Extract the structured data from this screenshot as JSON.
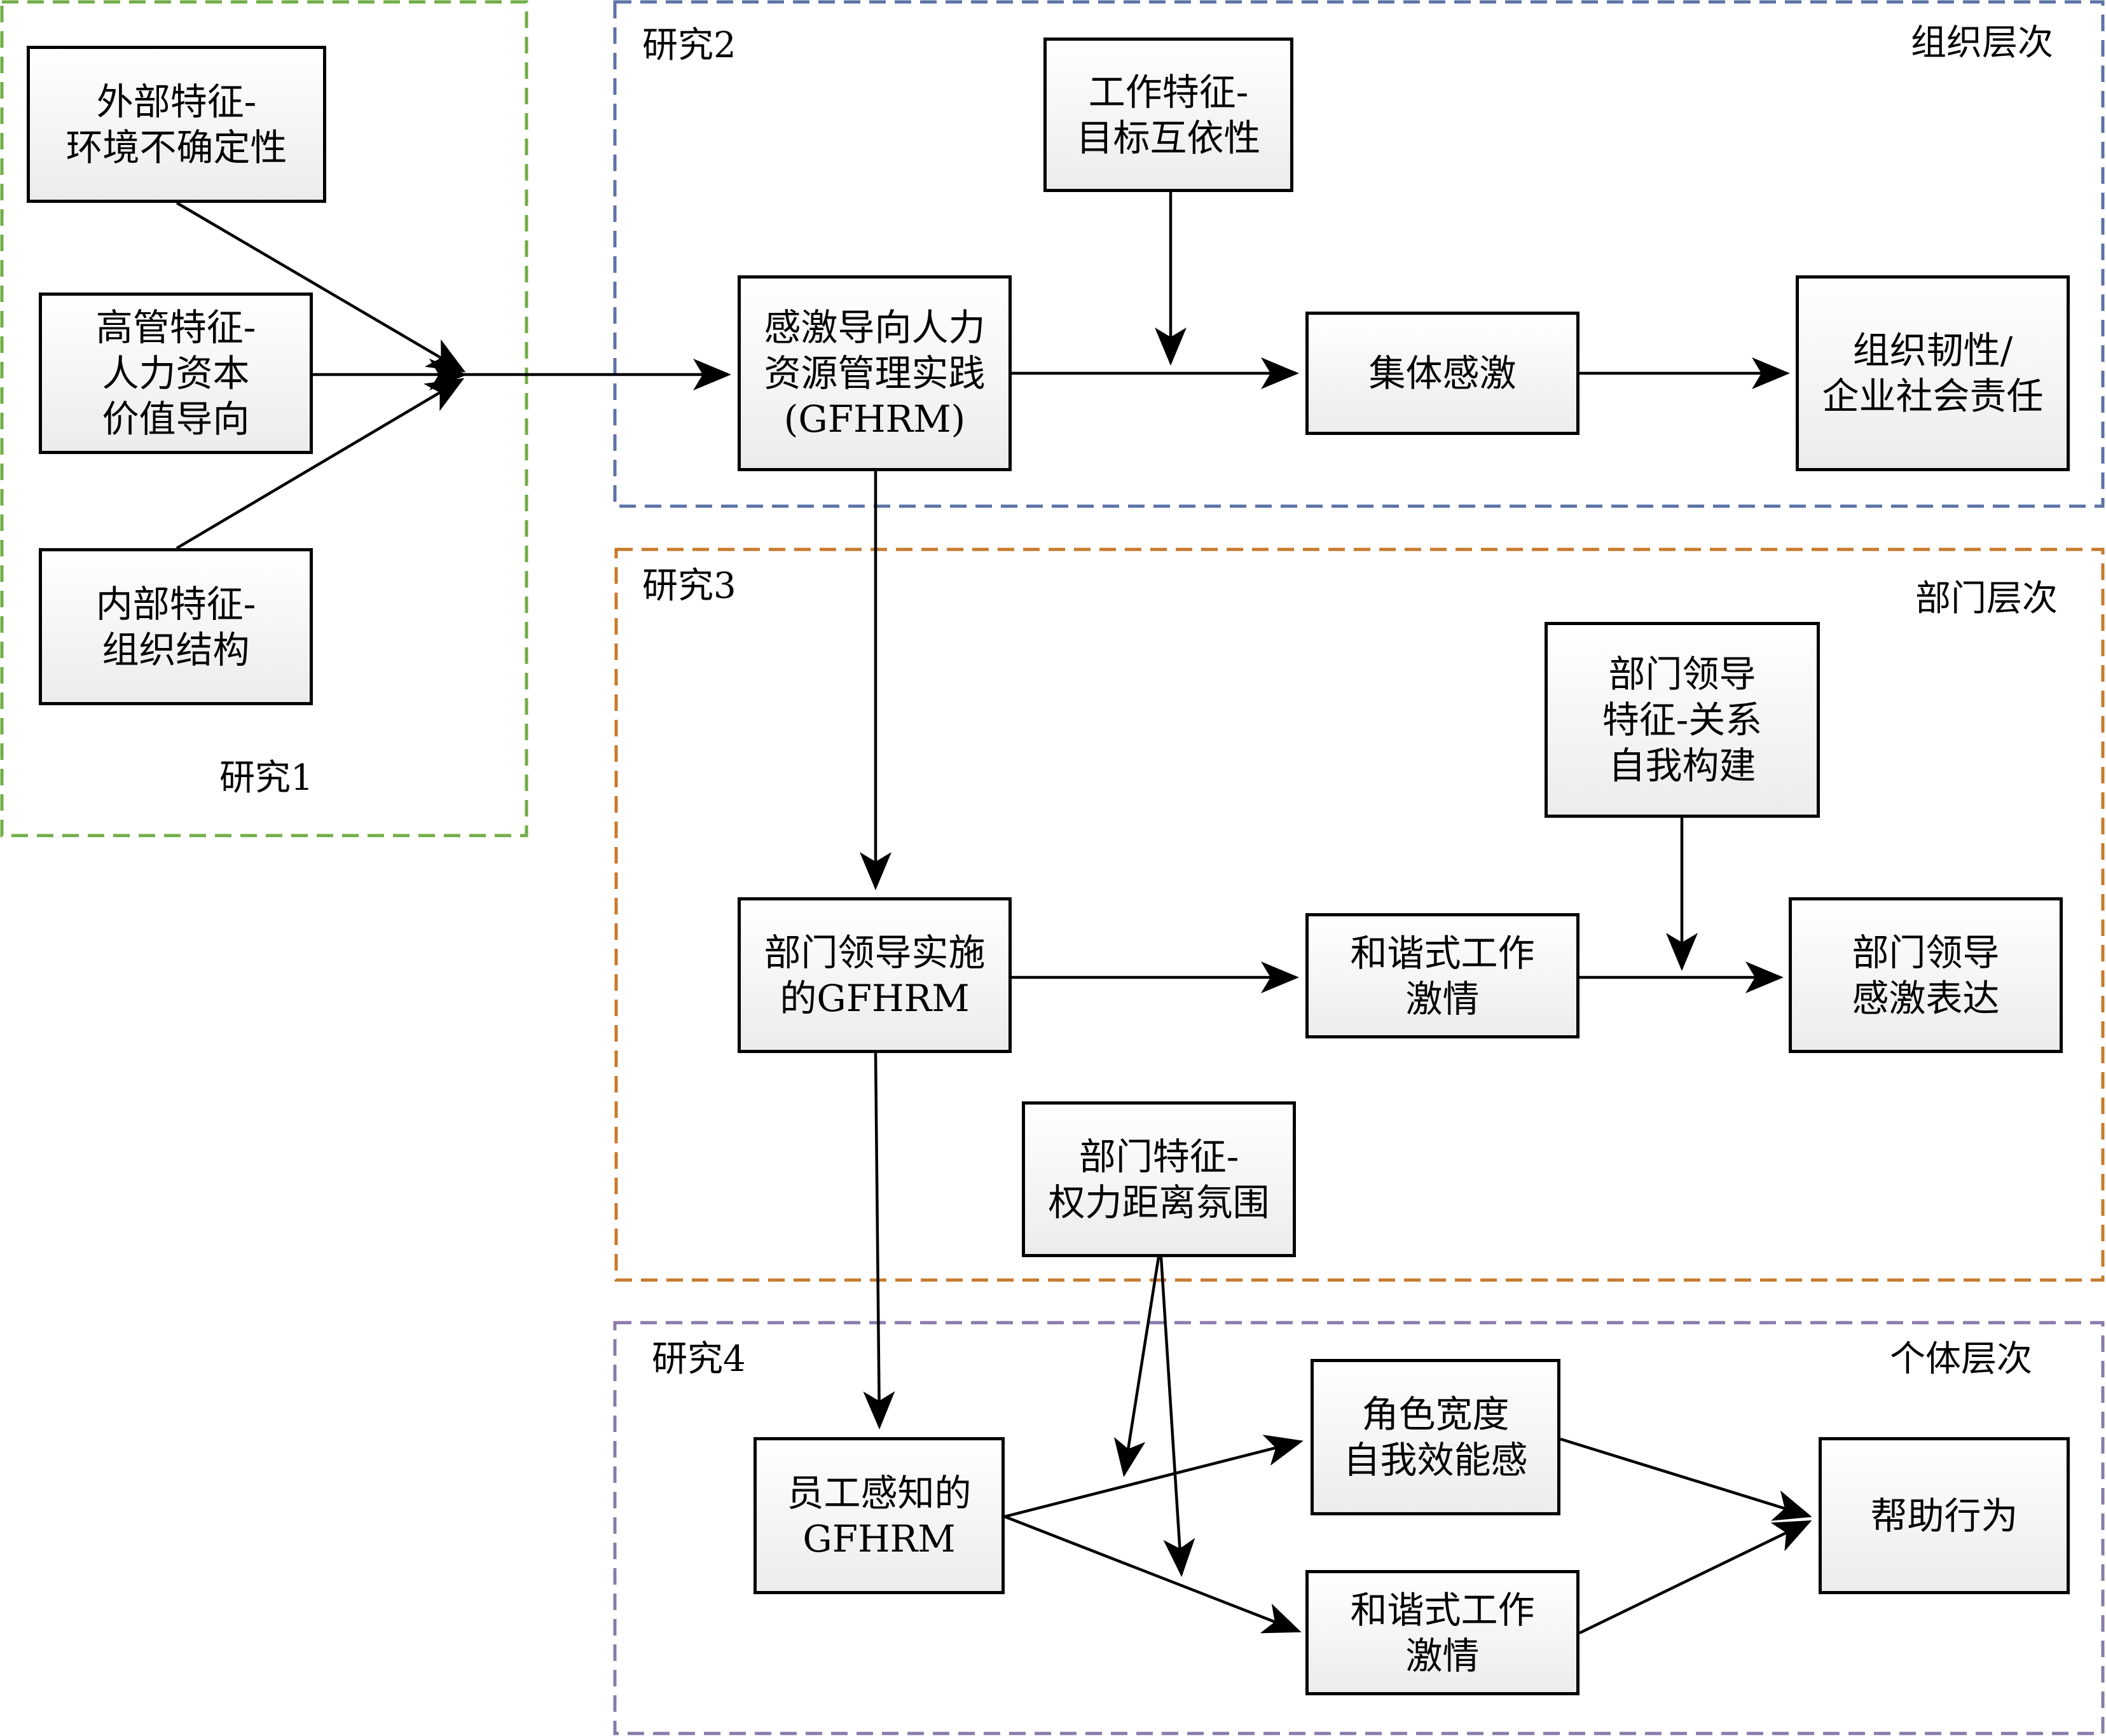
{
  "groups": [
    {
      "id": "study1",
      "label": "研究1",
      "level": "",
      "color": "#70ad47"
    },
    {
      "id": "study2",
      "label": "研究2",
      "level": "组织层次",
      "color": "#5b73a6"
    },
    {
      "id": "study3",
      "label": "研究3",
      "level": "部门层次",
      "color": "#c77a2c"
    },
    {
      "id": "study4",
      "label": "研究4",
      "level": "个体层次",
      "color": "#8a7aaa"
    }
  ],
  "nodes": {
    "external": "外部特征-\n环境不确定性",
    "executive": "高管特征-\n人力资本\n价值导向",
    "internal": "内部特征-\n组织结构",
    "gfhrm": "感激导向人力\n资源管理实践\n(GFHRM)",
    "job": "工作特征-\n目标互依性",
    "collective": "集体感激",
    "outcome_org": "组织韧性/\n企业社会责任",
    "dept_gfhrm": "部门领导实施\n的GFHRM",
    "dept_passion": "和谐式工作\n激情",
    "leader_trait": "部门领导\n特征-关系\n自我构建",
    "leader_gratitude": "部门领导\n感激表达",
    "dept_climate": "部门特征-\n权力距离氛围",
    "emp_gfhrm": "员工感知的\nGFHRM",
    "role_efficacy": "角色宽度\n自我效能感",
    "indiv_passion": "和谐式工作\n激情",
    "helping": "帮助行为"
  }
}
